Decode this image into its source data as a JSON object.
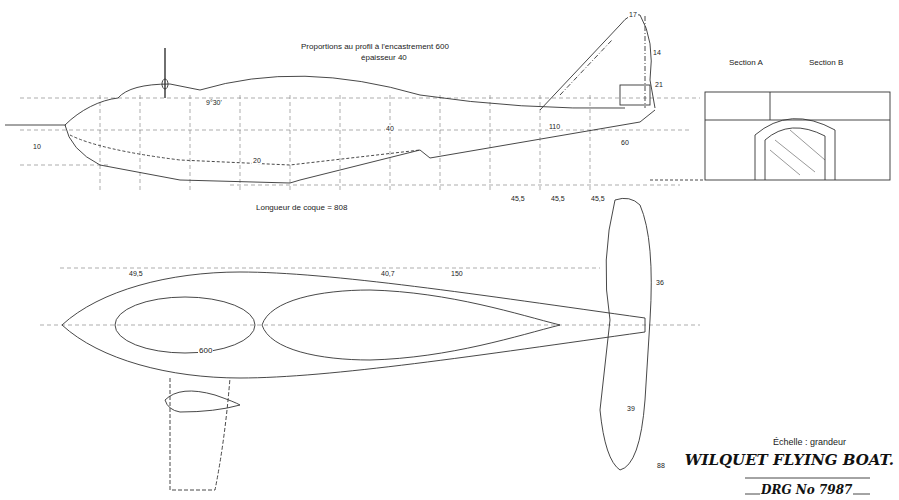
{
  "diagram": {
    "labels": [
      "Proportions au profil à l'encastrement 600",
      "épaisseur 40",
      "Longueur de coque = 808",
      "Section A",
      "Section B",
      "Échelle : grandeur",
      "WILQUET FLYING BOAT.",
      "DRG No 7987",
      "9°30'",
      "17",
      "14",
      "21",
      "60",
      "110",
      "600",
      "20",
      "40",
      "49,5",
      "40,7",
      "150",
      "36",
      "39",
      "88",
      "10",
      "45,5",
      "45,5",
      "45,5"
    ]
  }
}
